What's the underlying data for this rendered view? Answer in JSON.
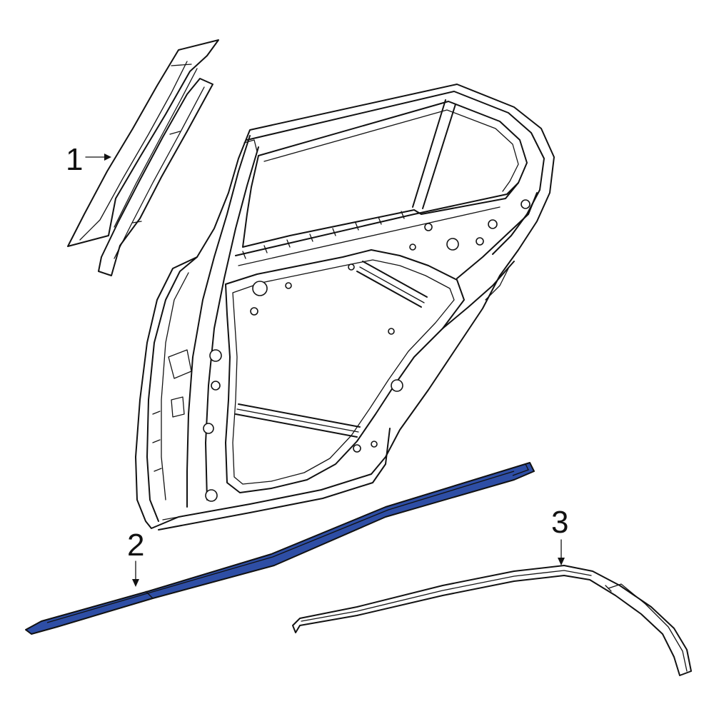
{
  "callouts": {
    "part1": "1",
    "part2": "2",
    "part3": "3"
  },
  "colors": {
    "highlight_fill": "#2e4ea5",
    "outline": "#111111",
    "background": "#ffffff"
  },
  "parts": [
    {
      "number": "1",
      "name": "window-channel-strip"
    },
    {
      "number": "2",
      "name": "belt-weatherstrip",
      "highlighted": true
    },
    {
      "number": "3",
      "name": "door-frame-weatherstrip"
    }
  ]
}
